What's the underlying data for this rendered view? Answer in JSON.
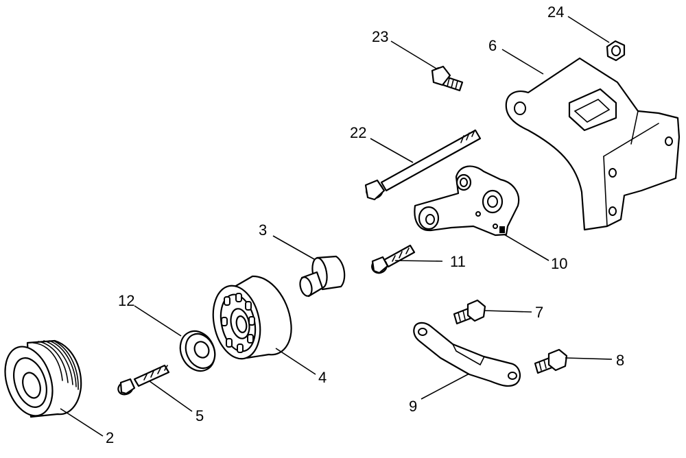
{
  "diagram": {
    "callouts": {
      "c2": "2",
      "c3": "3",
      "c4": "4",
      "c5": "5",
      "c6": "6",
      "c7": "7",
      "c8": "8",
      "c9": "9",
      "c10": "10",
      "c11": "11",
      "c12": "12",
      "c22": "22",
      "c23": "23",
      "c24": "24"
    }
  }
}
